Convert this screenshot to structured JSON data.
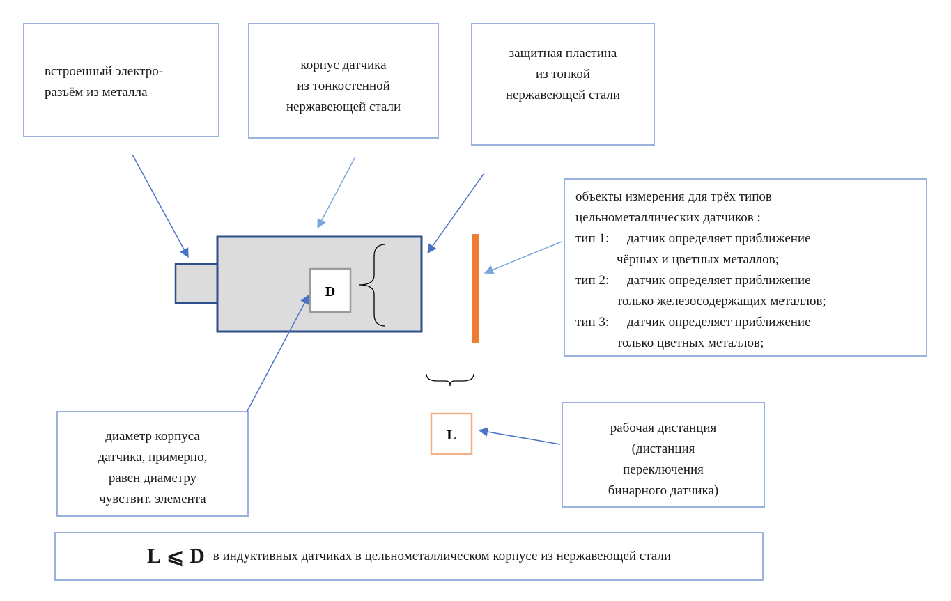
{
  "callouts": {
    "connector": [
      "встроенный электро-",
      "разъём из металла"
    ],
    "housing": [
      "корпус датчика",
      "из тонкостенной",
      "нержавеющей стали"
    ],
    "plate": [
      "защитная пластина",
      "из тонкой",
      "нержавеющей стали"
    ],
    "diameter": [
      "диаметр корпуса",
      "датчика, примерно,",
      "равен диаметру",
      "чувствит. элемента"
    ],
    "distance": [
      "рабочая дистанция",
      "(дистанция",
      "переключения",
      "бинарного датчика)"
    ]
  },
  "objects": {
    "intro": [
      "объекты измерения для трёх типов",
      "цельнометаллических датчиков :"
    ],
    "types": [
      {
        "label": "тип 1:",
        "lines": [
          "датчик определяет приближение",
          "чёрных и цветных металлов;"
        ]
      },
      {
        "label": "тип 2:",
        "lines": [
          "датчик определяет приближение",
          "только железосодержащих металлов;"
        ]
      },
      {
        "label": "тип 3:",
        "lines": [
          "датчик определяет приближение",
          "только цветных металлов;"
        ]
      }
    ]
  },
  "labels": {
    "d": "D",
    "l": "L"
  },
  "formula": {
    "lhs": "L",
    "op": "⩽",
    "rhs": "D",
    "text": "в индуктивных датчиках в цельнометаллическом корпусе из нержавеющей стали"
  },
  "colors": {
    "box_border": "#9bb1de",
    "arrow": "#4a72c4",
    "arrow_light": "#7ba7dc",
    "sensor_fill": "#dcdcdc",
    "sensor_border": "#2e4f8c",
    "target": "#ed7d31",
    "l_border": "#f4b183"
  }
}
